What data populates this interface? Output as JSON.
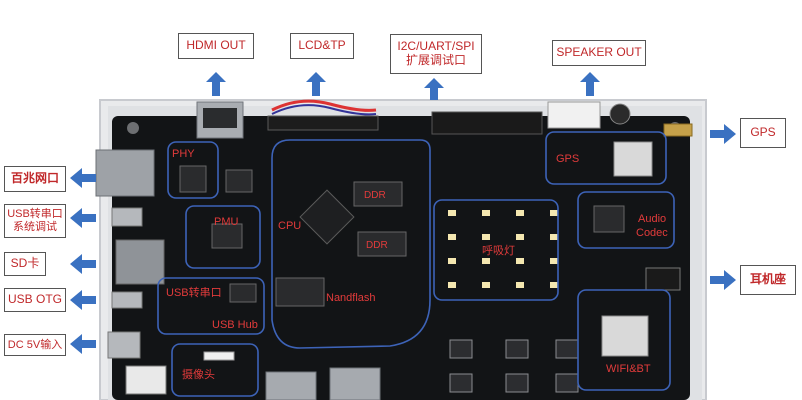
{
  "callouts": {
    "hdmi_out": "HDMI OUT",
    "lcd_tp": "LCD&TP",
    "i2c_uart_spi": "I2C/UART/SPI\n扩展调试口",
    "speaker_out": "SPEAKER OUT",
    "gps": "GPS",
    "earphone": "耳机座",
    "ethernet": "百兆网口",
    "usb_serial_debug": "USB转串口\n系统调试",
    "sd_card": "SD卡",
    "usb_otg": "USB OTG",
    "dc_5v": "DC 5V输入"
  },
  "regions": {
    "phy": "PHY",
    "pmu": "PMU",
    "cpu": "CPU",
    "ddr": "DDR",
    "nandflash": "Nandflash",
    "usb_serial": "USB转串口",
    "usb_hub": "USB Hub",
    "camera": "摄像头",
    "breathing_light": "呼吸灯",
    "gps": "GPS",
    "audio": "Audio",
    "codec": "Codec",
    "wifi_bt": "WIFI&BT"
  },
  "colors": {
    "callout_text": "#c0282a",
    "arrow": "#3a71c1",
    "region_outline": "#3d63b8",
    "region_text": "#e23b3b",
    "pcb": "#121416"
  }
}
